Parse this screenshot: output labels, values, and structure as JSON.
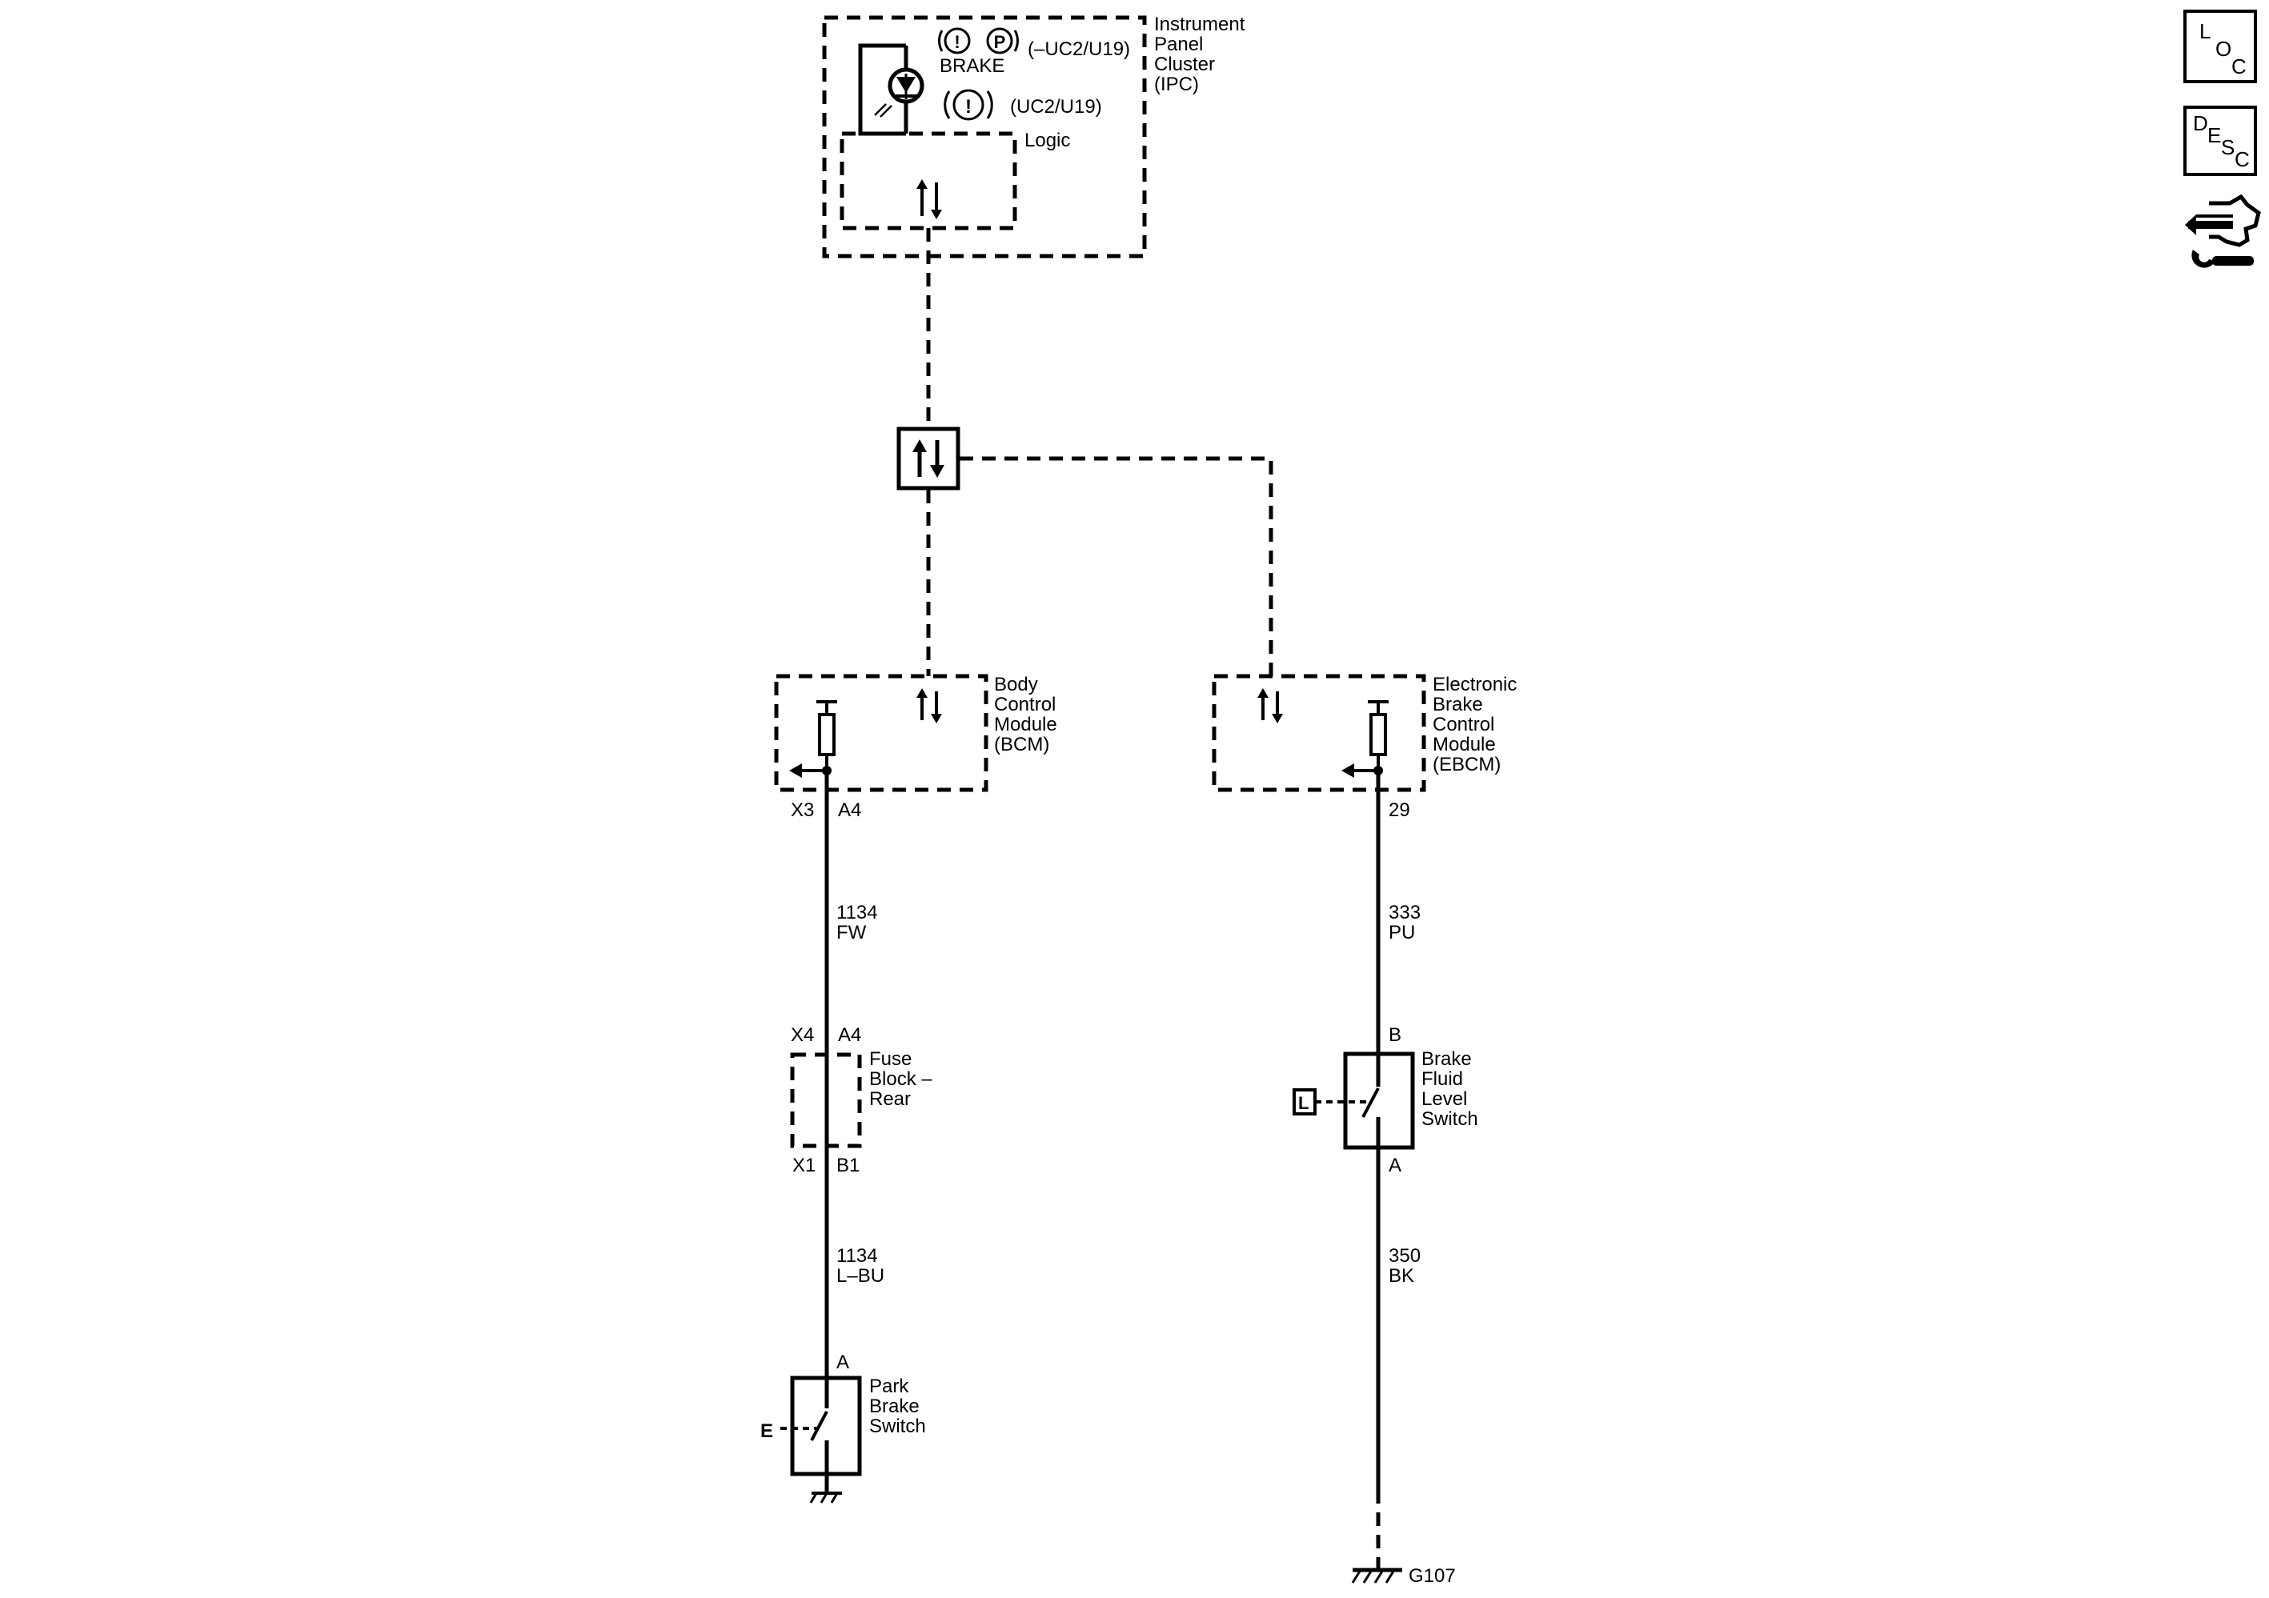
{
  "ipc": {
    "name": [
      "Instrument",
      "Panel",
      "Cluster",
      "(IPC)"
    ],
    "brake_text": "BRAKE",
    "option_a": "(–UC2/U19)",
    "option_b": "(UC2/U19)",
    "logic": "Logic"
  },
  "bcm": {
    "name": [
      "Body",
      "Control",
      "Module",
      "(BCM)"
    ],
    "conn": "X3",
    "pin": "A4"
  },
  "ebcm": {
    "name": [
      "Electronic",
      "Brake",
      "Control",
      "Module",
      "(EBCM)"
    ],
    "pin": "29"
  },
  "circuits": {
    "bcm_upper": [
      "1134",
      "FW"
    ],
    "bcm_lower": [
      "1134",
      "L–BU"
    ],
    "ebcm_upper": [
      "333",
      "PU"
    ],
    "ebcm_lower": [
      "350",
      "BK"
    ]
  },
  "fuse_block": {
    "name": [
      "Fuse",
      "Block –",
      "Rear"
    ],
    "top_conn": "X4",
    "top_pin": "A4",
    "bot_conn": "X1",
    "bot_pin": "B1"
  },
  "park_brake": {
    "name": [
      "Park",
      "Brake",
      "Switch"
    ],
    "pin": "A",
    "tag": "E"
  },
  "fluid_switch": {
    "name": [
      "Brake",
      "Fluid",
      "Level",
      "Switch"
    ],
    "pin_top": "B",
    "pin_bot": "A",
    "tag": "L"
  },
  "ground": {
    "name": "G107"
  },
  "sidebar": {
    "loc": [
      "L",
      "O",
      "C"
    ],
    "desc": [
      "D",
      "E",
      "S",
      "C"
    ],
    "connector_icon": "connector-repair-icon"
  }
}
